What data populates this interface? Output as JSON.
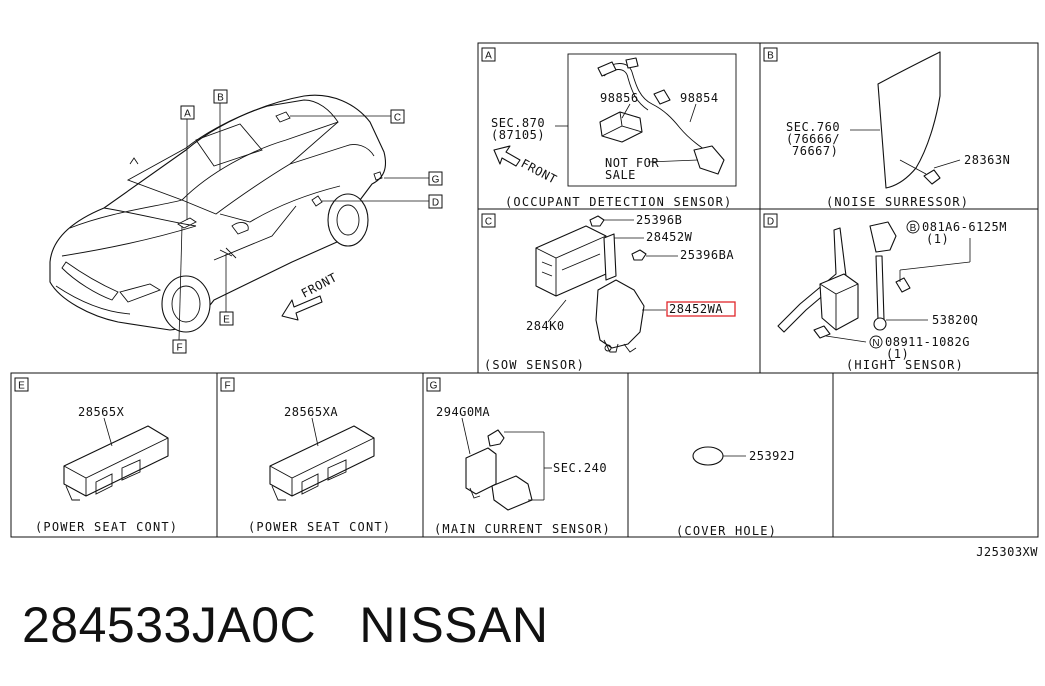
{
  "car": {
    "callouts": [
      "A",
      "B",
      "C",
      "G",
      "D",
      "E",
      "F"
    ],
    "front_label": "FRONT"
  },
  "panels": {
    "A": {
      "letter": "A",
      "parts": [
        "SEC.870",
        "(87105)",
        "98856",
        "98854",
        "NOT FOR",
        "SALE"
      ],
      "front_label": "FRONT",
      "caption": "(OCCUPANT DETECTION SENSOR)"
    },
    "B": {
      "letter": "B",
      "parts": [
        "SEC.760",
        "(76666/",
        "76667)",
        "28363N"
      ],
      "caption": "(NOISE SURRESSOR)"
    },
    "C": {
      "letter": "C",
      "parts": [
        "25396B",
        "28452W",
        "25396BA",
        "28452WA",
        "284K0"
      ],
      "highlighted_part": "28452WA",
      "caption": "(SOW SENSOR)"
    },
    "D": {
      "letter": "D",
      "parts": [
        "B",
        "081A6-6125M",
        "(1)",
        "53820Q",
        "N",
        "08911-1082G",
        "(1)"
      ],
      "caption": "(HIGHT SENSOR)"
    },
    "E": {
      "letter": "E",
      "parts": [
        "28565X"
      ],
      "caption": "(POWER SEAT CONT)"
    },
    "F": {
      "letter": "F",
      "parts": [
        "28565XA"
      ],
      "caption": "(POWER SEAT CONT)"
    },
    "G": {
      "letter": "G",
      "parts": [
        "294G0MA",
        "SEC.240"
      ],
      "caption": "(MAIN CURRENT SENSOR)"
    },
    "H": {
      "parts": [
        "25392J"
      ],
      "caption": "(COVER HOLE)"
    }
  },
  "diagram_code": "J25303XW",
  "footer": {
    "part_number": "284533JA0C",
    "brand": "NISSAN"
  },
  "colors": {
    "highlight": "#e0262b",
    "ink": "#111111"
  }
}
